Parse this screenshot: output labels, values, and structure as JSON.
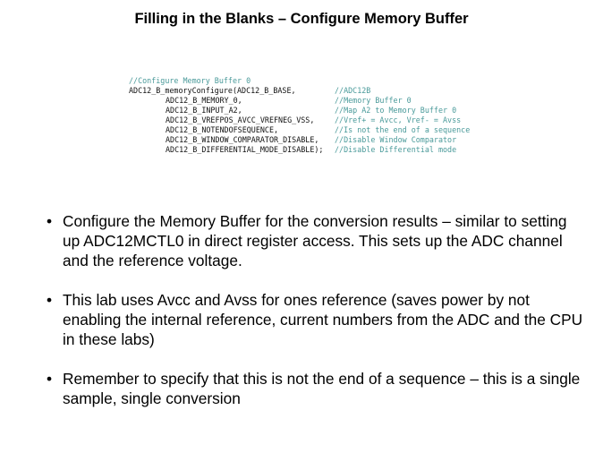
{
  "title": "Filling in the Blanks – Configure Memory Buffer",
  "code": {
    "header_comment": "//Configure Memory Buffer 0",
    "lines": [
      {
        "code": "ADC12_B_memoryConfigure(ADC12_B_BASE,",
        "comment": "//ADC12B"
      },
      {
        "code": "ADC12_B_MEMORY_0,",
        "comment": "//Memory Buffer 0"
      },
      {
        "code": "ADC12_B_INPUT_A2,",
        "comment": "//Map A2 to Memory Buffer 0"
      },
      {
        "code": "ADC12_B_VREFPOS_AVCC_VREFNEG_VSS,",
        "comment": "//Vref+ = Avcc, Vref- = Avss"
      },
      {
        "code": "ADC12_B_NOTENDOFSEQUENCE,",
        "comment": "//Is not the end of a sequence"
      },
      {
        "code": "ADC12_B_WINDOW_COMPARATOR_DISABLE,",
        "comment": "//Disable Window Comparator"
      },
      {
        "code": "ADC12_B_DIFFERENTIAL_MODE_DISABLE);",
        "comment": "//Disable Differential mode"
      }
    ]
  },
  "bullets": [
    "Configure the Memory Buffer for the conversion results – similar to setting up ADC12MCTL0 in direct register access. This sets up the ADC channel and the reference voltage.",
    "This lab uses Avcc and Avss for ones reference (saves power by not enabling the internal reference, current numbers from the ADC and the CPU in these labs)",
    "Remember to specify that this is not the end of a sequence – this is a single sample, single conversion"
  ],
  "bullet_glyph": "•"
}
